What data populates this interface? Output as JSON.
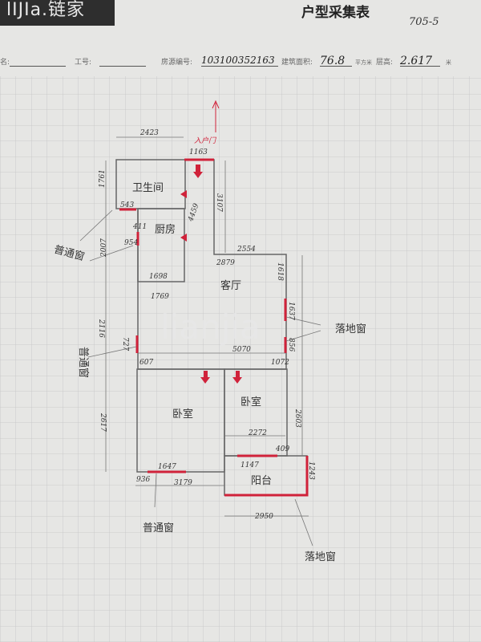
{
  "header": {
    "logo": "lIJIa.链家",
    "title": "户型采集表",
    "code": "705-5"
  },
  "form": {
    "name_label": "名:",
    "staff_label": "工号:",
    "listing_label": "房源编号:",
    "listing_value": "103100352163",
    "area_label": "建筑面积:",
    "area_value": "76.8",
    "area_unit": "平方米",
    "height_label": "层高:",
    "height_value": "2.617",
    "height_unit": "米"
  },
  "plan": {
    "rooms": {
      "bathroom": "卫生间",
      "kitchen": "厨房",
      "living": "客厅",
      "bedroom1": "卧室",
      "bedroom2": "卧室",
      "balcony": "阳台"
    },
    "entrance": "入户门",
    "windows": {
      "normal1": "普通窗",
      "normal2": "普通窗",
      "normal3": "普通窗",
      "floor1": "落地窗",
      "floor2": "落地窗"
    },
    "dims": {
      "top": "2423",
      "door": "1163",
      "bath_h": "1761",
      "right_h": "3107",
      "corridor": "4459",
      "bath_win": "543",
      "step1": "2554",
      "step2": "2879",
      "step_h": "1618",
      "kitchen_w": "1698",
      "living_w": "1769",
      "left1": "2007",
      "kwin1": "411",
      "kwin2": "954",
      "left2": "2116",
      "lwin": "727",
      "lwin2": "607",
      "living_span": "5070",
      "rwin1": "1637",
      "rwin2": "856",
      "rwin3": "1072",
      "left3": "2617",
      "right3": "2603",
      "bed2_w": "2272",
      "bal_door": "1147",
      "bal_off": "409",
      "bed_win": "1647",
      "bed_off": "936",
      "bed1_w": "3179",
      "bal_h": "1243",
      "bal_w": "2950"
    },
    "watermark": "lianjia"
  }
}
